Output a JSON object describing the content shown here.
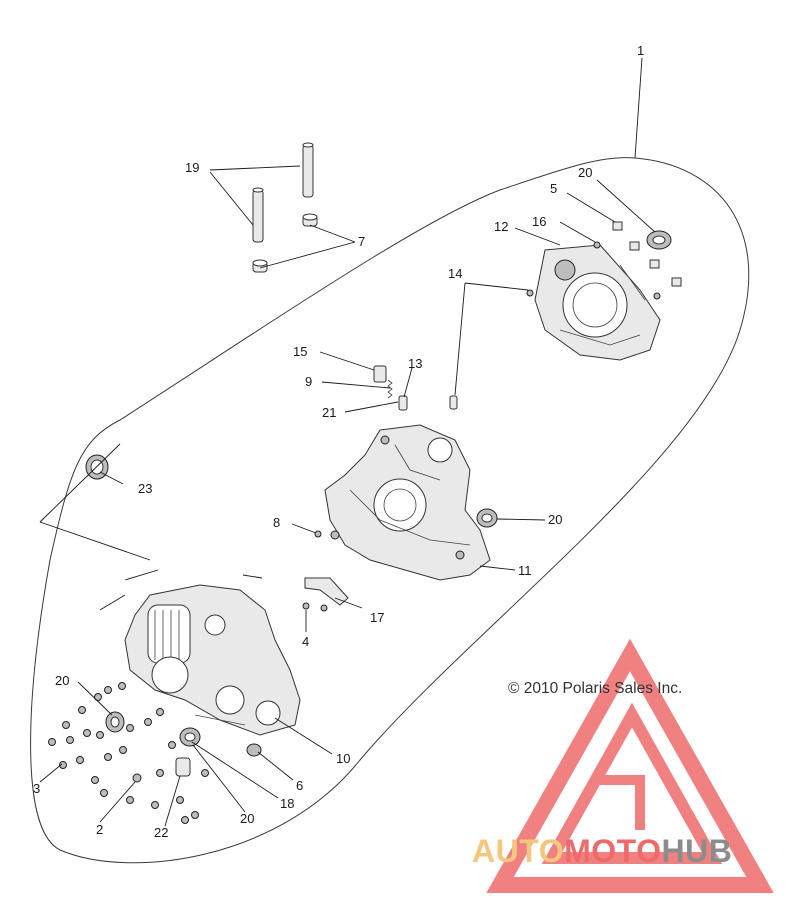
{
  "copyright": "© 2010 Polaris Sales Inc.",
  "watermark": {
    "part1": "AUTO",
    "part2": "MOTO",
    "part3": "HUB",
    "color_orange": "#f5c77e",
    "color_red": "#ef6a6a",
    "color_gray": "#8c8c8c"
  },
  "callouts": [
    {
      "id": "c1",
      "text": "1"
    },
    {
      "id": "c19",
      "text": "19"
    },
    {
      "id": "c7",
      "text": "7"
    },
    {
      "id": "c20a",
      "text": "20"
    },
    {
      "id": "c5",
      "text": "5"
    },
    {
      "id": "c16",
      "text": "16"
    },
    {
      "id": "c12",
      "text": "12"
    },
    {
      "id": "c14",
      "text": "14"
    },
    {
      "id": "c15",
      "text": "15"
    },
    {
      "id": "c13",
      "text": "13"
    },
    {
      "id": "c9",
      "text": "9"
    },
    {
      "id": "c21",
      "text": "21"
    },
    {
      "id": "c23",
      "text": "23"
    },
    {
      "id": "c8",
      "text": "8"
    },
    {
      "id": "c20b",
      "text": "20"
    },
    {
      "id": "c11",
      "text": "11"
    },
    {
      "id": "c17",
      "text": "17"
    },
    {
      "id": "c4",
      "text": "4"
    },
    {
      "id": "c20c",
      "text": "20"
    },
    {
      "id": "c10",
      "text": "10"
    },
    {
      "id": "c3",
      "text": "3"
    },
    {
      "id": "c6",
      "text": "6"
    },
    {
      "id": "c18",
      "text": "18"
    },
    {
      "id": "c2",
      "text": "2"
    },
    {
      "id": "c20d",
      "text": "20"
    },
    {
      "id": "c22",
      "text": "22"
    }
  ]
}
